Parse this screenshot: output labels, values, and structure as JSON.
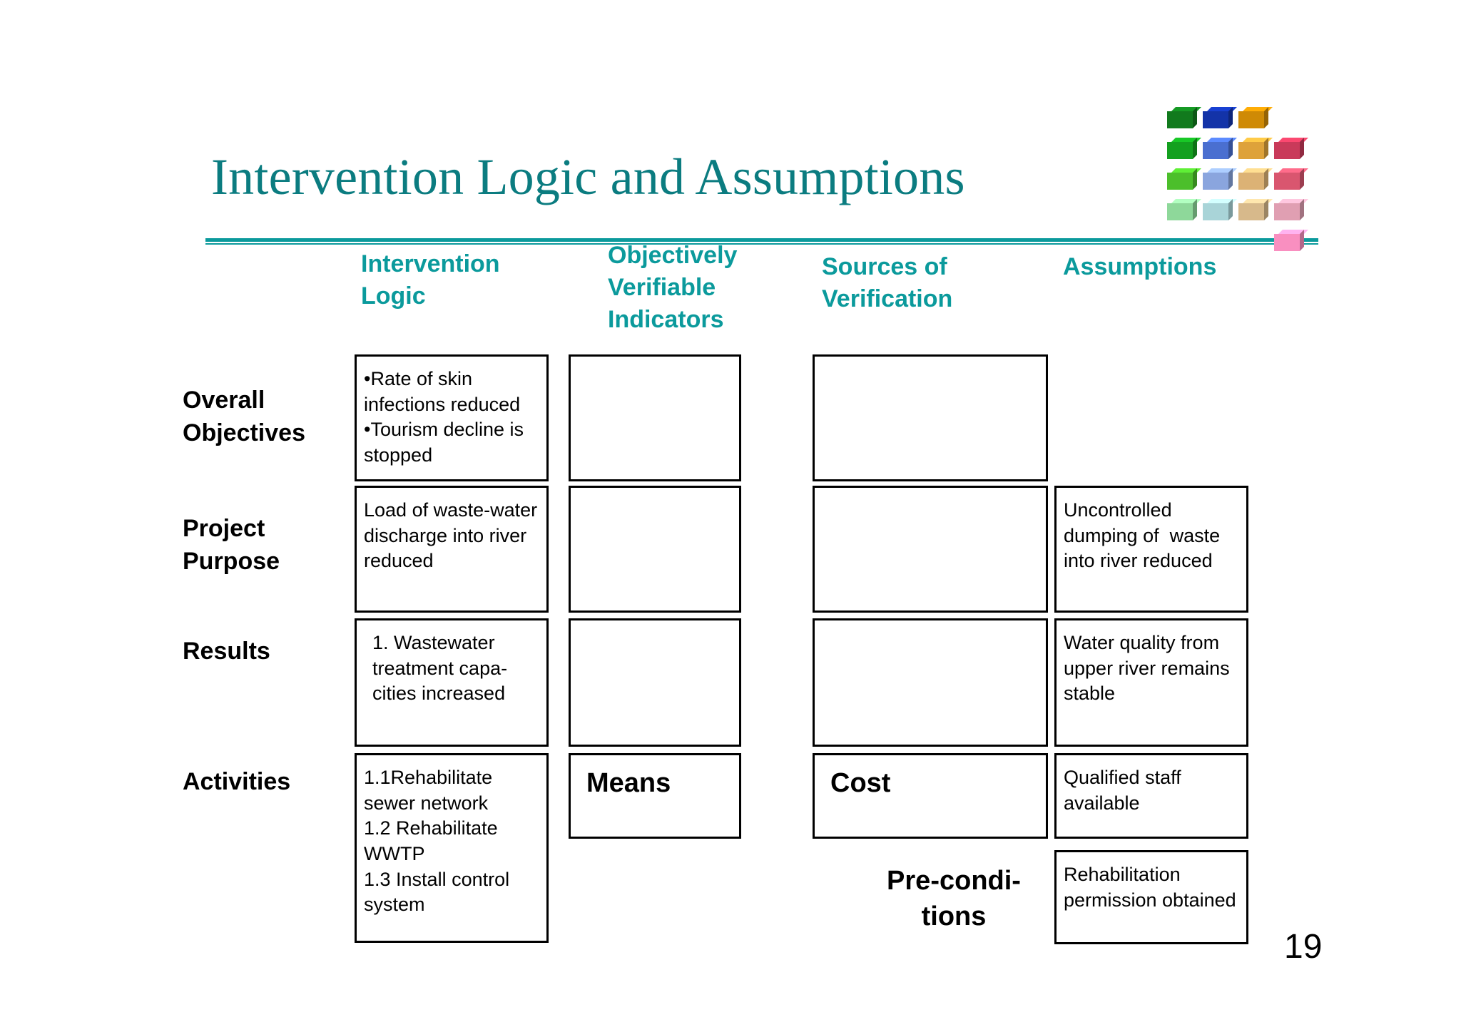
{
  "slide": {
    "title": "Intervention Logic and Assumptions",
    "page_number": "19",
    "accent_color": "#0b9a9c",
    "title_color": "#0b7c80"
  },
  "logo": {
    "name": "stacked-blocks-logo",
    "columns": [
      {
        "name": "green",
        "shades": [
          "#117a1d",
          "#13a01f",
          "#4cbf2b",
          "#8ed89a"
        ]
      },
      {
        "name": "blue",
        "shades": [
          "#1333a8",
          "#4a6fd0",
          "#8aa5de",
          "#a9d4d8"
        ]
      },
      {
        "name": "orange",
        "shades": [
          "#cf8a05",
          "#dea23a",
          "#dcb275",
          "#d7b98b"
        ]
      },
      {
        "name": "red",
        "shades": [
          "#c93a5a",
          "#d9566f",
          "#e09fb2",
          "#f98fc0"
        ]
      }
    ]
  },
  "columns": [
    {
      "key": "intervention_logic",
      "label": "Intervention\nLogic"
    },
    {
      "key": "ovi",
      "label": "Objectively\nVerifiable\nIndicators"
    },
    {
      "key": "sov",
      "label": "Sources of\nVerification"
    },
    {
      "key": "assumptions",
      "label": "Assumptions"
    }
  ],
  "rows": [
    {
      "key": "overall_objectives",
      "label": "Overall\nObjectives"
    },
    {
      "key": "project_purpose",
      "label": "Project\nPurpose"
    },
    {
      "key": "results",
      "label": "Results"
    },
    {
      "key": "activities",
      "label": "Activities"
    }
  ],
  "cells": {
    "r1c1": "•Rate of skin infections reduced\n•Tourism decline is stopped",
    "r1c2": "",
    "r1c3": "",
    "r2c1": "Load of waste-water discharge into river reduced",
    "r2c2": "",
    "r2c3": "",
    "r2c4": "Uncontrolled dumping of  waste into river reduced",
    "r3c1": "1. Wastewater treatment capa-cities increased",
    "r3c2": "",
    "r3c3": "",
    "r3c4": "Water quality from upper river remains stable",
    "r4c1": "1.1Rehabilitate sewer network\n1.2 Rehabilitate WWTP\n1.3 Install control system",
    "r4c2": "Means",
    "r4c3": "Cost",
    "r4c4": "Qualified staff available",
    "r5c4": "Rehabilitation permission obtained"
  },
  "labels": {
    "preconditions": "Pre-condi-\ntions"
  }
}
